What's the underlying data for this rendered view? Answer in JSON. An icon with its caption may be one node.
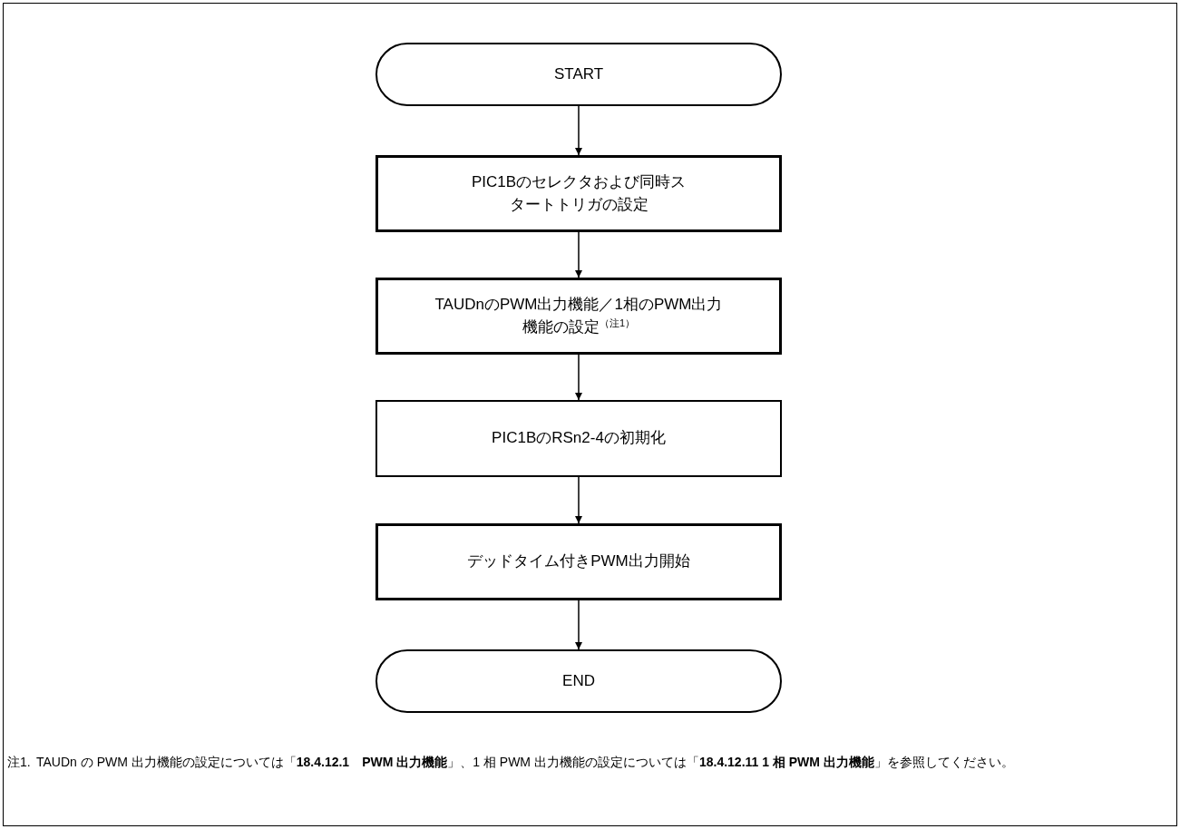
{
  "diagram": {
    "nodes": [
      {
        "text": [
          "START"
        ]
      },
      {
        "text": [
          "PIC1Bのセレクタおよび同時スタートトリガの設定"
        ]
      },
      {
        "text": [
          "TAUDnのPWM出力機能／1相のPWM出力機能の設定$^{（注1）}$"
        ]
      },
      {
        "text": [
          "PIC1BのRSn2-4の初期化"
        ]
      },
      {
        "text": [
          "デッドタイム付きPWM出力開始"
        ]
      },
      {
        "text": [
          "END"
        ]
      }
    ],
    "edges": [
      {
        "from": 0,
        "to": 1,
        "arrow": "to"
      },
      {
        "from": 1,
        "to": 2,
        "arrow": "to"
      },
      {
        "from": 2,
        "to": 3,
        "arrow": "to"
      },
      {
        "from": 3,
        "to": 4,
        "arrow": "to"
      },
      {
        "from": 4,
        "to": 5,
        "arrow": "to"
      }
    ],
    "labels": [
      "注1.",
      "TAUDn の PWM 出力機能の設定については「**18.4.12.1　PWM 出力機能**」、1 相 PWM 出力機能の設定については「**18.4.12.11 1 相 PWM 出力機能**」を参照してください。"
    ]
  }
}
